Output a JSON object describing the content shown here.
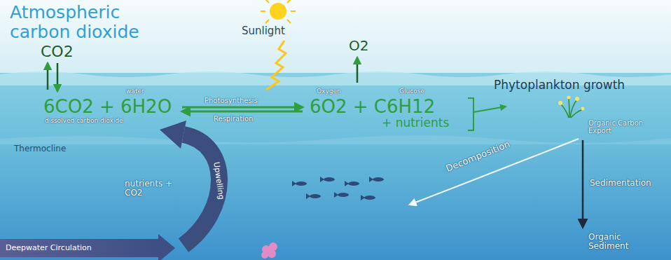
{
  "diagram": {
    "labels": [
      "Atmospheric carbon dioxide",
      "CO2",
      "Sunlight",
      "O2",
      "water",
      "6CO2 + 6H2O",
      "dissolved carbon dioxide",
      "Photosynthesis",
      "Respiration",
      "Oxygen",
      "Glucose",
      "6O2 + C6H12",
      "+ nutrients",
      "Phytoplankton growth",
      "Thermocline",
      "Organic Carbon Export",
      "Upwelling",
      "Decomposition",
      "nutrients + CO2",
      "Sedimentation",
      "Organic Sediment",
      "Deepwater Circulation"
    ]
  }
}
